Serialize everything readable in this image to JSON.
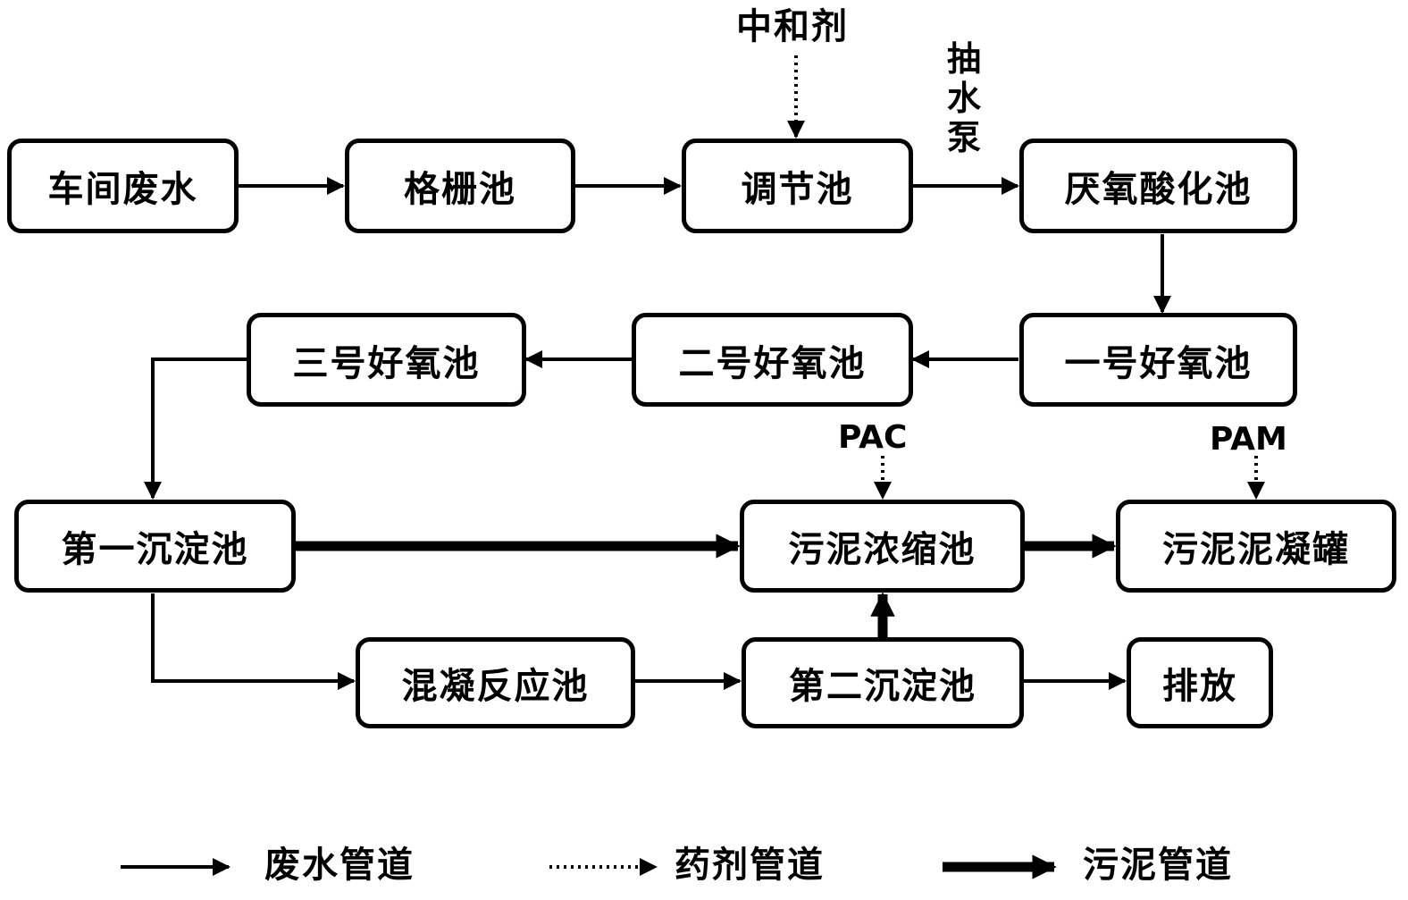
{
  "nodes": {
    "workshop": "车间废水",
    "grille": "格栅池",
    "regulating": "调节池",
    "anaerobic": "厌氧酸化池",
    "aerobic1": "一号好氧池",
    "aerobic2": "二号好氧池",
    "aerobic3": "三号好氧池",
    "sed1": "第一沉淀池",
    "thickener": "污泥浓缩池",
    "sludge_tank": "污泥泥凝罐",
    "coag": "混凝反应池",
    "sed2": "第二沉淀池",
    "discharge": "排放"
  },
  "labels": {
    "neutralizer": "中和剂",
    "pump": "抽水泵",
    "pac": "PAC",
    "pam": "PAM"
  },
  "legend": {
    "wastewater": "废水管道",
    "chemical": "药剂管道",
    "sludge": "污泥管道"
  }
}
